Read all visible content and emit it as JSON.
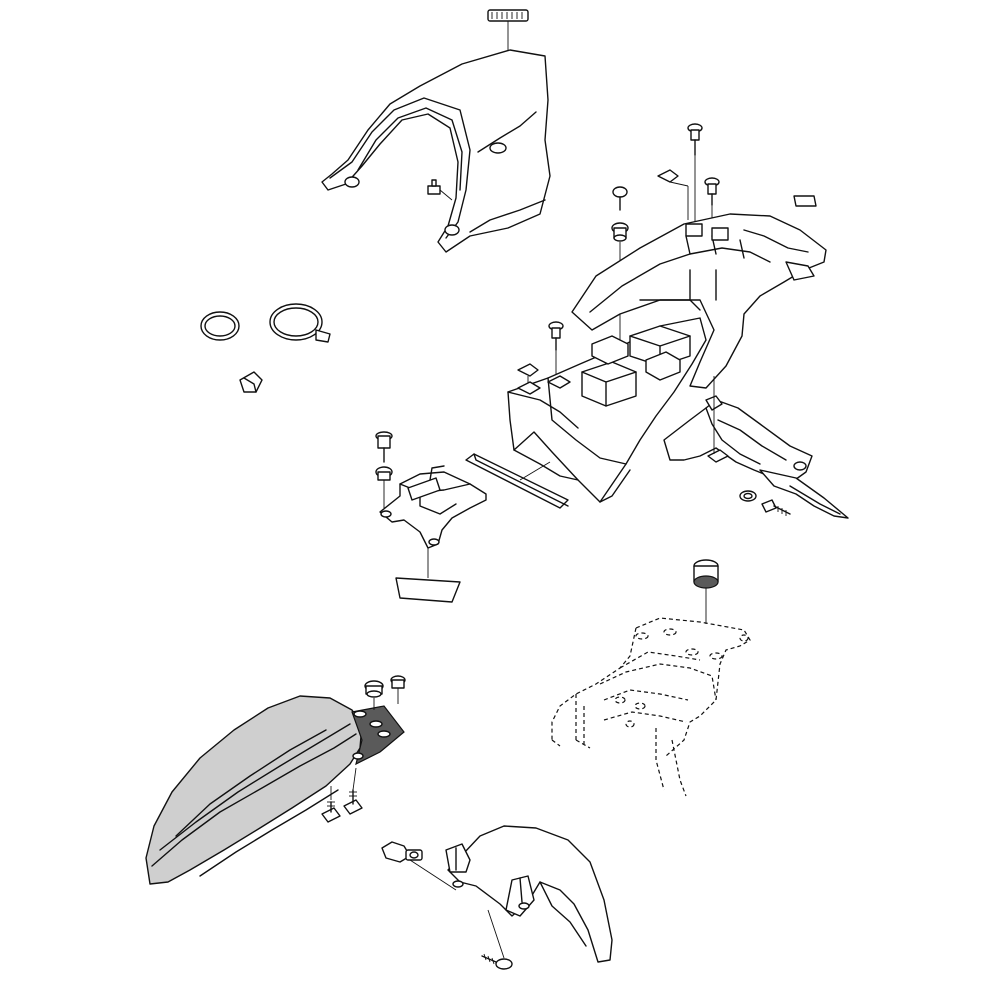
{
  "diagram": {
    "parts": [
      {
        "id": "seat-cowl"
      },
      {
        "id": "emblem"
      },
      {
        "id": "rear-fender"
      },
      {
        "id": "number-plate-bracket"
      },
      {
        "id": "front-fender"
      },
      {
        "id": "frame"
      },
      {
        "id": "chain-guard"
      }
    ]
  }
}
